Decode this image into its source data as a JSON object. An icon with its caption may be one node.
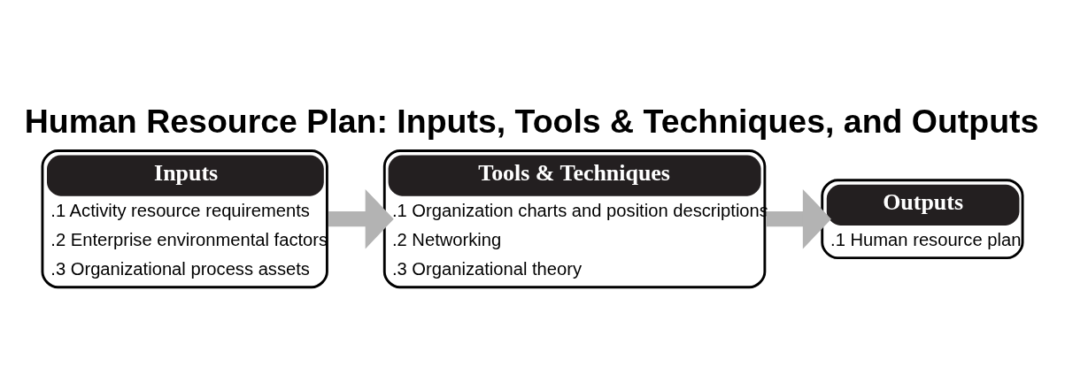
{
  "diagram": {
    "title": "Human Resource Plan: Inputs, Tools & Techniques, and Outputs",
    "nodes": [
      {
        "text": [
          "Inputs",
          ".1 Activity resource requirements",
          ".2 Enterprise environmental factors",
          ".3 Organizational process assets"
        ]
      },
      {
        "text": [
          "Tools & Techniques",
          ".1 Organization charts and position descriptions",
          ".2 Networking",
          ".3 Organizational theory"
        ]
      },
      {
        "text": [
          "Outputs",
          ".1 Human resource plan"
        ]
      }
    ],
    "edges": [
      {
        "from": 0,
        "to": 1,
        "arrow": "to"
      },
      {
        "from": 1,
        "to": 2,
        "arrow": "to"
      }
    ]
  }
}
